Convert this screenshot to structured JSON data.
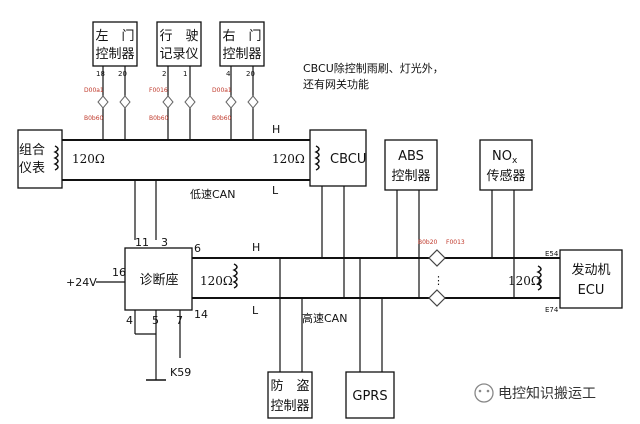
{
  "devices": {
    "left_door": [
      "左　门",
      "控制器"
    ],
    "recorder": [
      "行　驶",
      "记录仪"
    ],
    "right_door": [
      "右　门",
      "控制器"
    ],
    "cluster": [
      "组合",
      "仪表"
    ],
    "cbcu": "CBCU",
    "abs": [
      "ABS",
      "控制器"
    ],
    "nox": [
      "NO",
      "x",
      "传感器"
    ],
    "diag": "诊断座",
    "engine": [
      "发动机",
      "ECU"
    ],
    "antitheft": [
      "防　盗",
      "控制器"
    ],
    "gprs": "GPRS"
  },
  "note": [
    "CBCU除控制雨刷、灯光外，",
    "还有网关功能"
  ],
  "bus": {
    "low_H": "H",
    "low_L": "L",
    "low_label": "低速CAN",
    "high_H": "H",
    "high_L": "L",
    "high_label": "高速CAN"
  },
  "resistors": {
    "r1": "120Ω",
    "r2": "120Ω",
    "r3": "120Ω",
    "r4": "120Ω"
  },
  "pins": {
    "p11": "11",
    "p3": "3",
    "p6": "6",
    "p16": "16",
    "p14": "14",
    "p4": "4",
    "p5": "5",
    "p7": "7",
    "ld18": "18",
    "ld20": "20",
    "rc2": "2",
    "rc1": "1",
    "rd4": "4",
    "rd20": "20",
    "e54": "E54",
    "e74": "E74"
  },
  "supply": "+24V",
  "ground_label": "K59",
  "codes": {
    "c1": "D00a1",
    "c2": "B0b60",
    "c3": "F0016",
    "c4": "B0b60",
    "c5": "D00a1",
    "c6": "B0b60",
    "c7": "B0b20",
    "c8": "F0013"
  },
  "watermark": "电控知识搬运工"
}
